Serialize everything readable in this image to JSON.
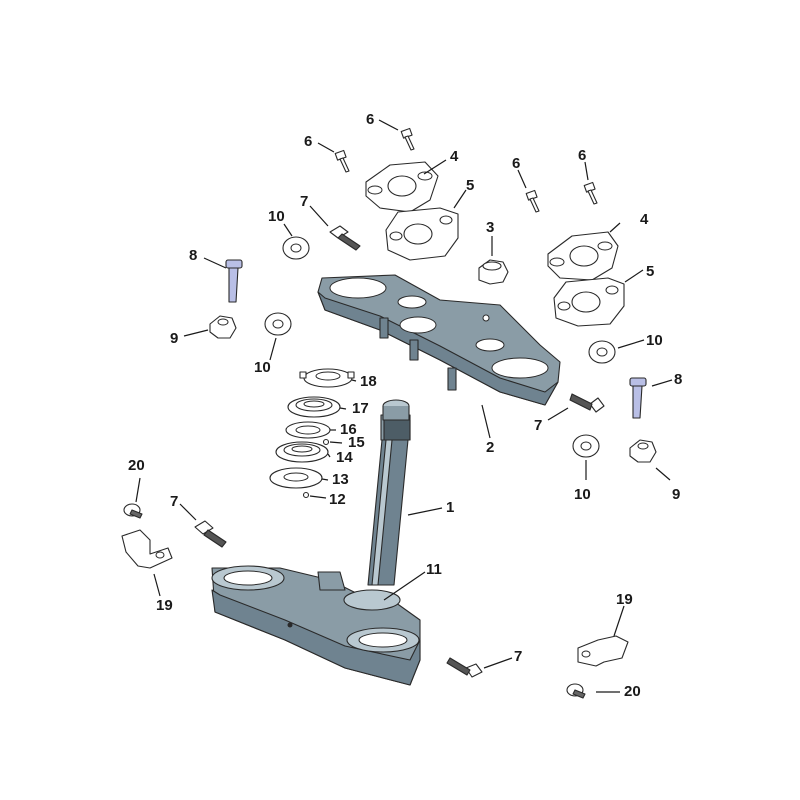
{
  "diagram": {
    "callouts": [
      {
        "id": "c1",
        "label": "1"
      },
      {
        "id": "c2",
        "label": "2"
      },
      {
        "id": "c3",
        "label": "3"
      },
      {
        "id": "c4a",
        "label": "4"
      },
      {
        "id": "c4b",
        "label": "4"
      },
      {
        "id": "c5a",
        "label": "5"
      },
      {
        "id": "c5b",
        "label": "5"
      },
      {
        "id": "c6a",
        "label": "6"
      },
      {
        "id": "c6b",
        "label": "6"
      },
      {
        "id": "c6c",
        "label": "6"
      },
      {
        "id": "c6d",
        "label": "6"
      },
      {
        "id": "c7a",
        "label": "7"
      },
      {
        "id": "c7b",
        "label": "7"
      },
      {
        "id": "c7c",
        "label": "7"
      },
      {
        "id": "c7d",
        "label": "7"
      },
      {
        "id": "c8a",
        "label": "8"
      },
      {
        "id": "c8b",
        "label": "8"
      },
      {
        "id": "c9a",
        "label": "9"
      },
      {
        "id": "c9b",
        "label": "9"
      },
      {
        "id": "c10a",
        "label": "10"
      },
      {
        "id": "c10b",
        "label": "10"
      },
      {
        "id": "c10c",
        "label": "10"
      },
      {
        "id": "c10d",
        "label": "10"
      },
      {
        "id": "c11",
        "label": "11"
      },
      {
        "id": "c12",
        "label": "12"
      },
      {
        "id": "c13",
        "label": "13"
      },
      {
        "id": "c14",
        "label": "14"
      },
      {
        "id": "c15",
        "label": "15"
      },
      {
        "id": "c16",
        "label": "16"
      },
      {
        "id": "c17",
        "label": "17"
      },
      {
        "id": "c18",
        "label": "18"
      },
      {
        "id": "c19a",
        "label": "19"
      },
      {
        "id": "c19b",
        "label": "19"
      },
      {
        "id": "c20a",
        "label": "20"
      },
      {
        "id": "c20b",
        "label": "20"
      }
    ],
    "colors": {
      "steel": "#8a9ca6",
      "bolt": "#b9bfe6",
      "line": "#2a2a2a"
    }
  }
}
